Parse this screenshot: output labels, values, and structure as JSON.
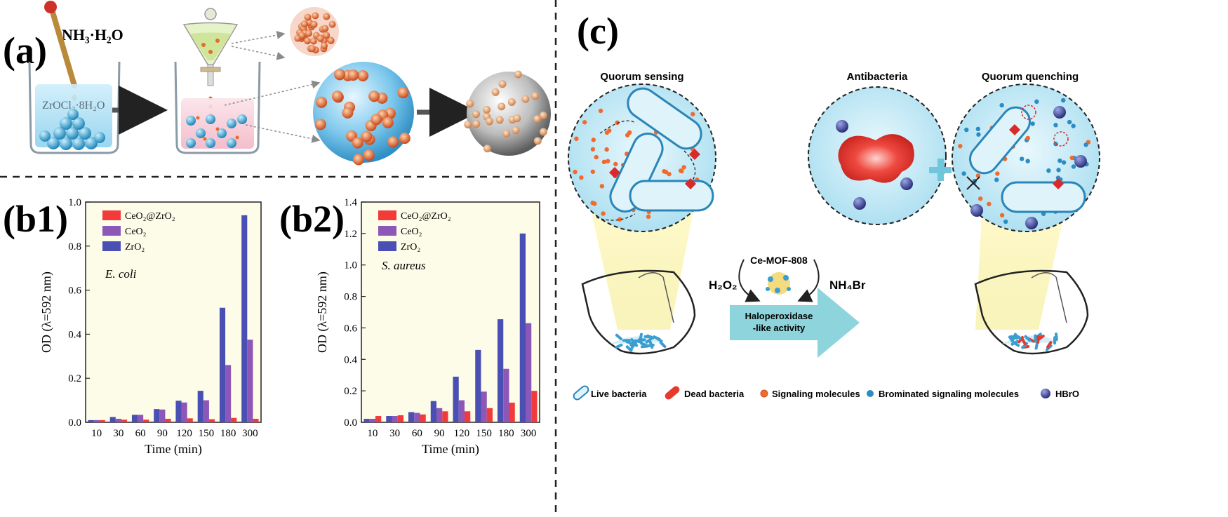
{
  "panel_a": {
    "label": "(a)",
    "reagent": "NH₃·H₂O",
    "beaker_text": "ZrOCl₂·8H₂O"
  },
  "panel_b1": {
    "label": "(b1)",
    "annotation": "E. coli"
  },
  "panel_b2": {
    "label": "(b2)",
    "annotation": "S. aureus"
  },
  "panel_c": {
    "label": "(c)",
    "titles": {
      "quorum_sensing": "Quorum sensing",
      "antibacteria": "Antibacteria",
      "quorum_quenching": "Quorum quenching"
    },
    "catalyst": "Ce-MOF-808",
    "reagent_left": "H₂O₂",
    "reagent_right": "NH₄Br",
    "arrow_line1": "Haloperoxidase",
    "arrow_line2": "-like activity",
    "legend": [
      "Live bacteria",
      "Dead bacteria",
      "Signaling molecules",
      "Brominated signaling molecules",
      "HBrO"
    ]
  },
  "colors": {
    "ceo2_zro2": "#f23a3a",
    "ceo2": "#8d57b8",
    "zro2": "#4a4fb4",
    "bacteria": "#3a9fd0",
    "dead_bacteria": "#e53b2f",
    "signal": "#f26a2b",
    "bromo_signal": "#2b8cc4",
    "hbro": "#3b3b8f",
    "arrow": "#8ed4dc"
  },
  "chart_data": [
    {
      "type": "bar",
      "title": "",
      "xlabel": "Time (min)",
      "ylabel": "OD (λ=592 nm)",
      "categories": [
        "10",
        "30",
        "60",
        "90",
        "120",
        "150",
        "180",
        "300"
      ],
      "ylim": [
        0,
        1.0
      ],
      "yticks": [
        "0.0",
        "0.2",
        "0.4",
        "0.6",
        "0.8",
        "1.0"
      ],
      "legend_position": "top-left",
      "grid": false,
      "series": [
        {
          "name": "CeO₂@ZrO₂",
          "values": [
            0.01,
            0.012,
            0.012,
            0.016,
            0.018,
            0.014,
            0.02,
            0.016
          ]
        },
        {
          "name": "CeO₂",
          "values": [
            0.01,
            0.016,
            0.034,
            0.058,
            0.09,
            0.1,
            0.26,
            0.375
          ]
        },
        {
          "name": "ZrO₂",
          "values": [
            0.01,
            0.024,
            0.034,
            0.06,
            0.098,
            0.143,
            0.52,
            0.94
          ]
        }
      ]
    },
    {
      "type": "bar",
      "title": "",
      "xlabel": "Time (min)",
      "ylabel": "OD (λ=592 nm)",
      "categories": [
        "10",
        "30",
        "60",
        "90",
        "120",
        "150",
        "180",
        "300"
      ],
      "ylim": [
        0,
        1.4
      ],
      "yticks": [
        "0.0",
        "0.2",
        "0.4",
        "0.6",
        "0.8",
        "1.0",
        "1.2",
        "1.4"
      ],
      "legend_position": "top-left",
      "grid": false,
      "series": [
        {
          "name": "CeO₂@ZrO₂",
          "values": [
            0.04,
            0.045,
            0.05,
            0.07,
            0.07,
            0.09,
            0.125,
            0.2
          ]
        },
        {
          "name": "CeO₂",
          "values": [
            0.022,
            0.04,
            0.06,
            0.09,
            0.14,
            0.195,
            0.34,
            0.63
          ]
        },
        {
          "name": "ZrO₂",
          "values": [
            0.022,
            0.04,
            0.065,
            0.135,
            0.29,
            0.46,
            0.655,
            1.2
          ]
        }
      ]
    }
  ]
}
